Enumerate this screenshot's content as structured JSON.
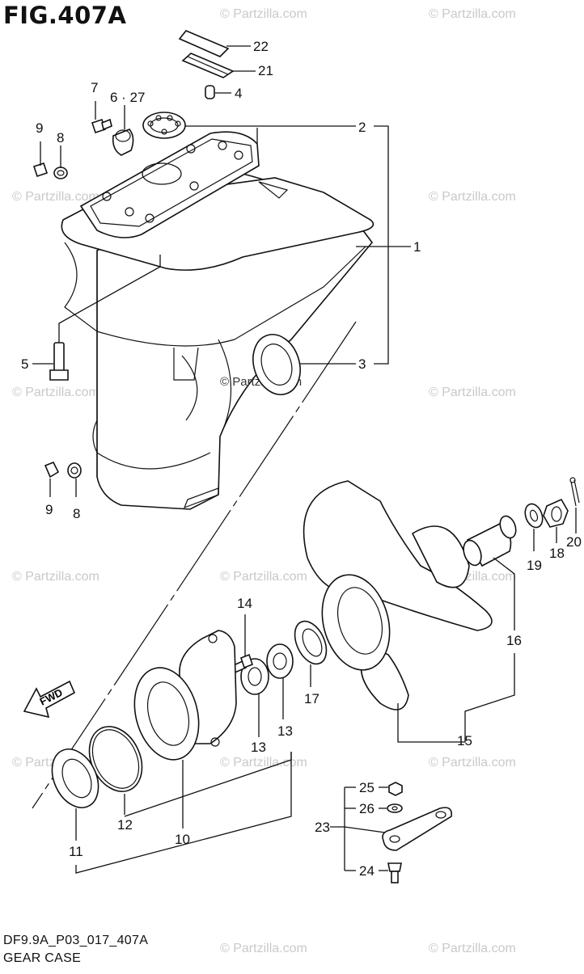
{
  "figure": {
    "title": "FIG.407A",
    "code": "DF9.9A_P03_017_407A",
    "caption": "GEAR CASE"
  },
  "watermark": "© Partzilla.com",
  "fwd_label": "FWD",
  "callouts": {
    "p1": "1",
    "p2": "2",
    "p3": "3",
    "p4": "4",
    "p5": "5",
    "p6_27": "6 · 27",
    "p7": "7",
    "p8_top": "8",
    "p8_bottom": "8",
    "p9_top": "9",
    "p9_bottom": "9",
    "p10": "10",
    "p11": "11",
    "p12": "12",
    "p13_a": "13",
    "p13_b": "13",
    "p14": "14",
    "p15": "15",
    "p16": "16",
    "p17": "17",
    "p18": "18",
    "p19": "19",
    "p20": "20",
    "p21": "21",
    "p22": "22",
    "p23": "23",
    "p24": "24",
    "p25": "25",
    "p26": "26"
  }
}
